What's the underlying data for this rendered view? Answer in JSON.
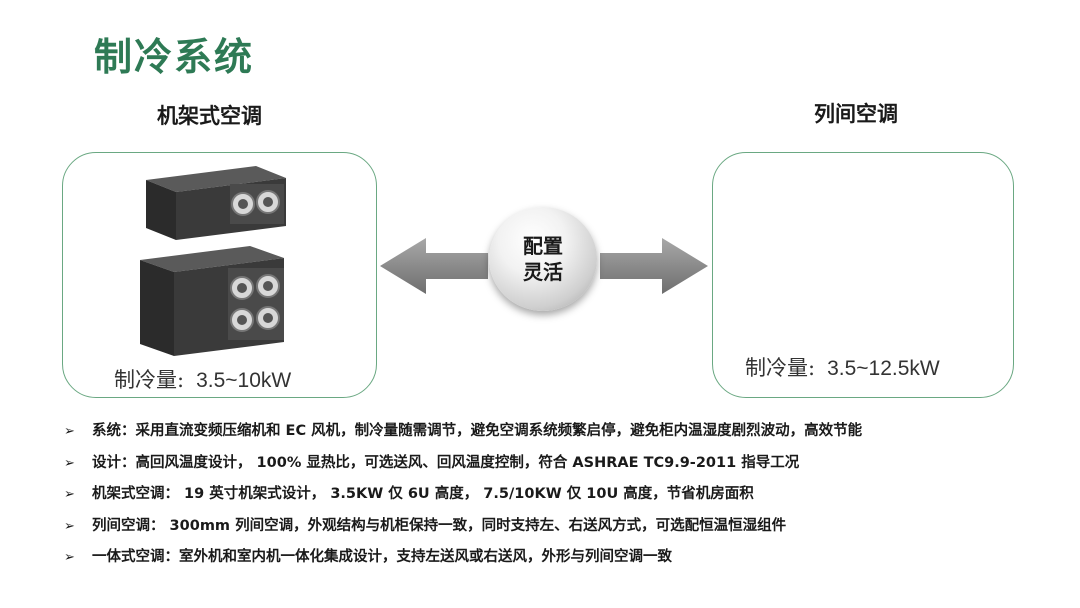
{
  "title": "制冷系统",
  "left": {
    "heading": "机架式空调",
    "capacity_label": "制冷量:",
    "capacity_value": "3.5~10kW"
  },
  "right": {
    "heading": "列间空调",
    "capacity_label": "制冷量:",
    "capacity_value": "3.5~12.5kW"
  },
  "center": {
    "line1": "配置",
    "line2": "灵活"
  },
  "bullets": [
    "系统：采用直流变频压缩机和 EC 风机，制冷量随需调节，避免空调系统频繁启停，避免柜内温湿度剧烈波动，高效节能",
    "设计：高回风温度设计， 100% 显热比，可选送风、回风温度控制，符合 ASHRAE TC9.9-2011 指导工况",
    "机架式空调： 19 英寸机架式设计， 3.5KW 仅 6U 高度， 7.5/10KW 仅 10U 高度，节省机房面积",
    "列间空调： 300mm 列间空调，外观结构与机柜保持一致，同时支持左、右送风方式，可选配恒温恒湿组件",
    "一体式空调：室外机和室内机一体化集成设计，支持左送风或右送风，外形与列间空调一致"
  ],
  "bullet_mark": "➢",
  "colors": {
    "title": "#2e7a55",
    "panel_border": "#6aa882",
    "arrow": "#8a8a8a"
  }
}
